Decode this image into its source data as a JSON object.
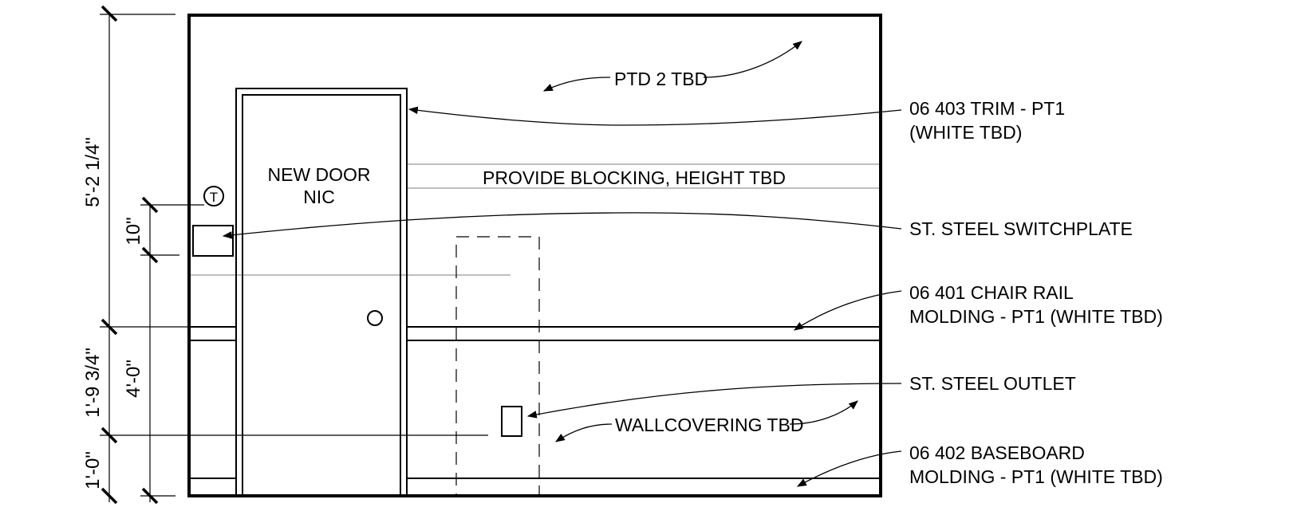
{
  "dimensions": {
    "overall_upper": "5'-2 1/4\"",
    "switch_height": "10\"",
    "chair_rail_to_outlet": "1'-9 3/4\"",
    "floor_to_switch": "4'-0\"",
    "outlet_to_floor": "1'-0\""
  },
  "door": {
    "label_line1": "NEW DOOR",
    "label_line2": "NIC"
  },
  "thermostat": {
    "symbol": "T"
  },
  "notes": {
    "paint": "PTD 2 TBD",
    "blocking": "PROVIDE BLOCKING, HEIGHT TBD",
    "wallcovering": "WALLCOVERING TBD"
  },
  "callouts": {
    "trim_line1": "06 403 TRIM - PT1",
    "trim_line2": "(WHITE TBD)",
    "switchplate": "ST. STEEL SWITCHPLATE",
    "chair_rail_line1": "06 401 CHAIR RAIL",
    "chair_rail_line2": "MOLDING - PT1 (WHITE TBD)",
    "outlet": "ST. STEEL OUTLET",
    "baseboard_line1": "06 402 BASEBOARD",
    "baseboard_line2": "MOLDING - PT1 (WHITE TBD)"
  }
}
